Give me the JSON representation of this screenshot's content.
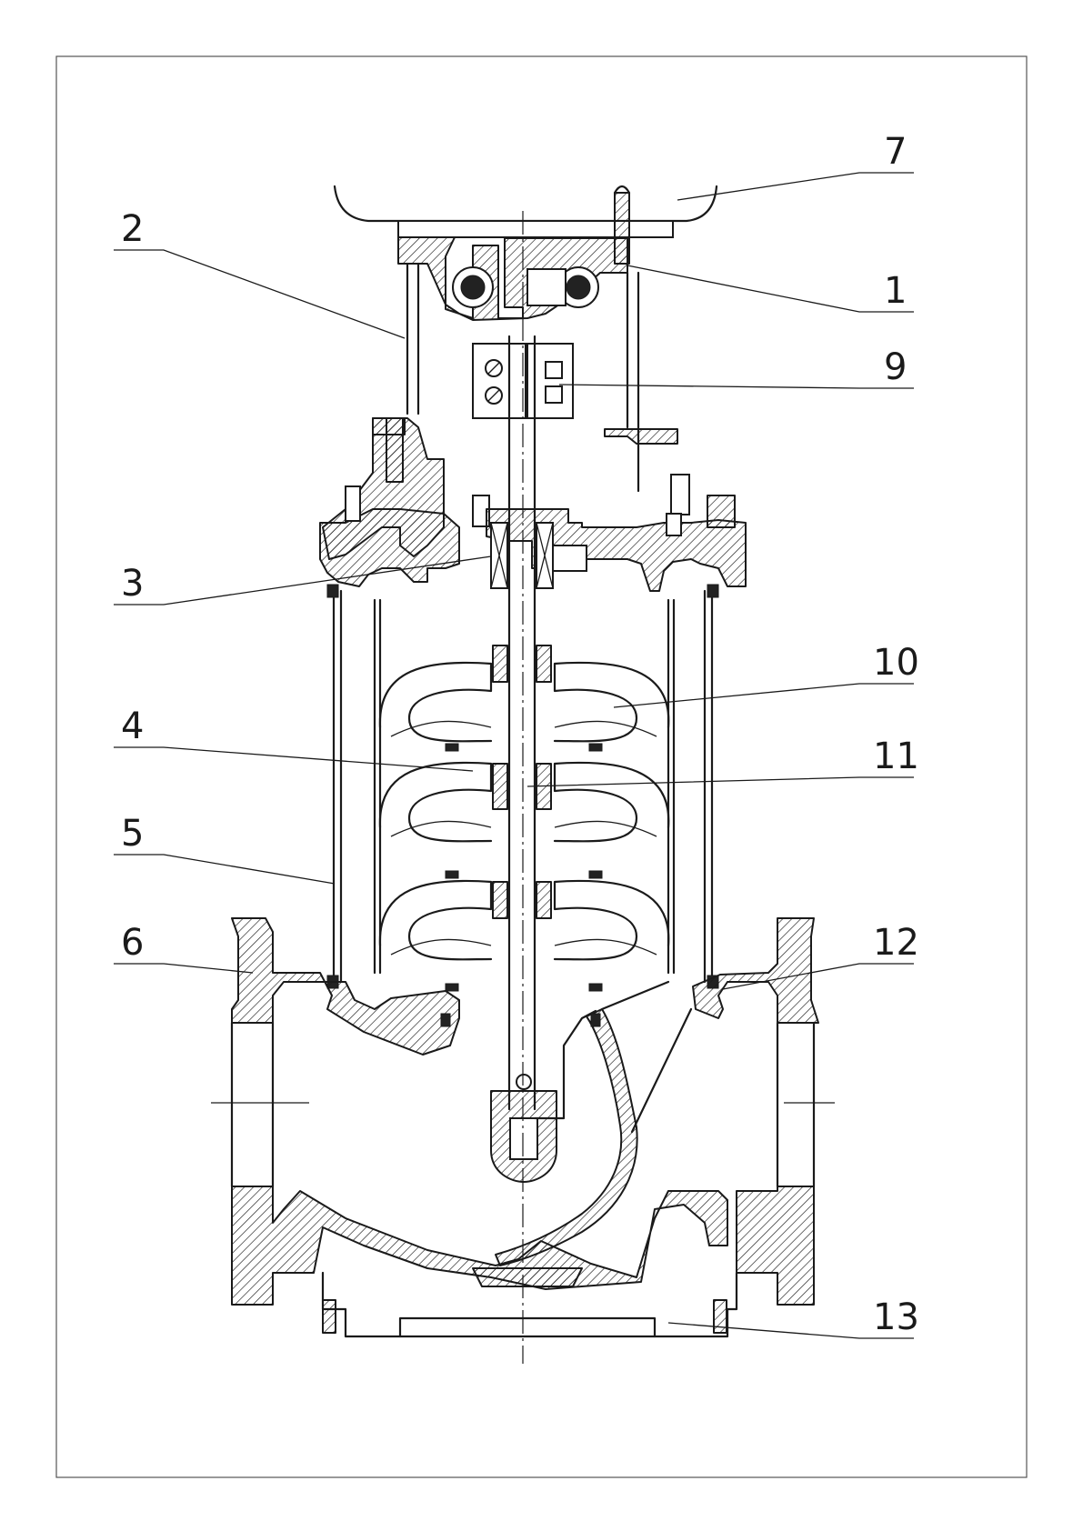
{
  "callouts": [
    {
      "key": "c7",
      "text": "7"
    },
    {
      "key": "c2",
      "text": "2"
    },
    {
      "key": "c1",
      "text": "1"
    },
    {
      "key": "c9",
      "text": "9"
    },
    {
      "key": "c3",
      "text": "3"
    },
    {
      "key": "c10",
      "text": "10"
    },
    {
      "key": "c4",
      "text": "4"
    },
    {
      "key": "c11",
      "text": "11"
    },
    {
      "key": "c5",
      "text": "5"
    },
    {
      "key": "c6",
      "text": "6"
    },
    {
      "key": "c12",
      "text": "12"
    },
    {
      "key": "c13",
      "text": "13"
    }
  ]
}
